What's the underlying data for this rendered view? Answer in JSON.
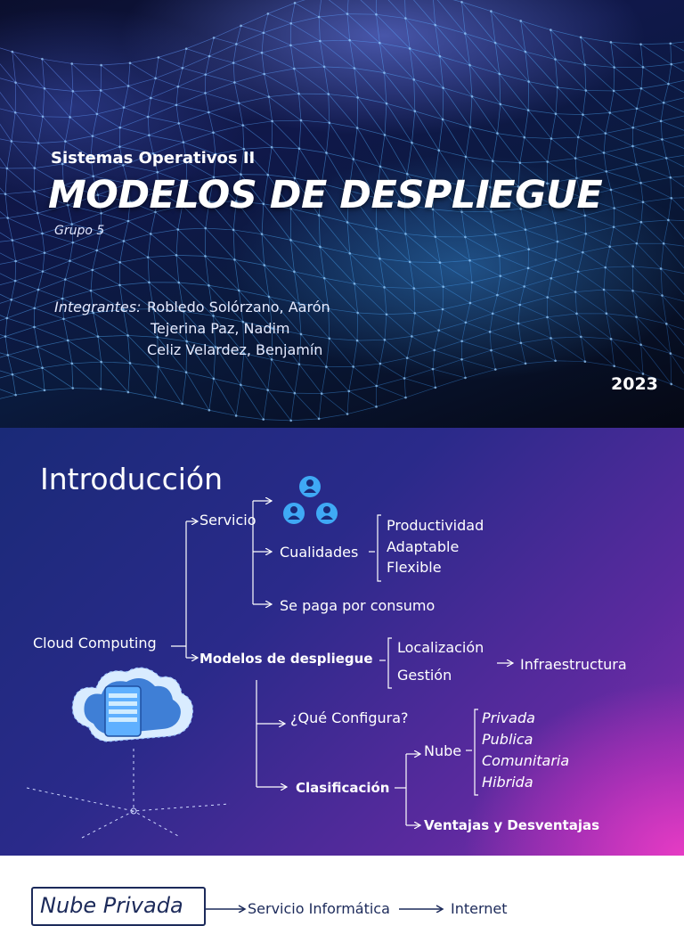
{
  "slide1": {
    "course": "Sistemas Operativos II",
    "title": "MODELOS DE DESPLIEGUE",
    "group": "Grupo 5",
    "members_label": "Integrantes:",
    "members": [
      "Robledo Solórzano, Aarón",
      "Tejerina Paz, Nadim",
      "Celiz Velardez, Benjamín"
    ],
    "year": "2023"
  },
  "slide2": {
    "title": "Introducción",
    "root": "Cloud Computing",
    "servicio": "Servicio",
    "cualidades": "Cualidades",
    "cualidades_items": [
      "Productividad",
      "Adaptable",
      "Flexible"
    ],
    "pago": "Se paga por consumo",
    "modelos": "Modelos de despliegue",
    "modelos_items": [
      "Localización",
      "Gestión"
    ],
    "infraestructura": "Infraestructura",
    "configura": "¿Qué Configura?",
    "clasificacion": "Clasificación",
    "nube": "Nube",
    "nube_items": [
      "Privada",
      "Publica",
      "Comunitaria",
      "Hibrida"
    ],
    "ventajas": "Ventajas y Desventajas"
  },
  "slide3": {
    "title": "Nube Privada",
    "step1": "Servicio Informática",
    "step2": "Internet"
  },
  "colors": {
    "slide3_accent": "#1c2a5a",
    "icon_blue": "#3fa9f5",
    "magenta_glow": "#e63bc4"
  }
}
